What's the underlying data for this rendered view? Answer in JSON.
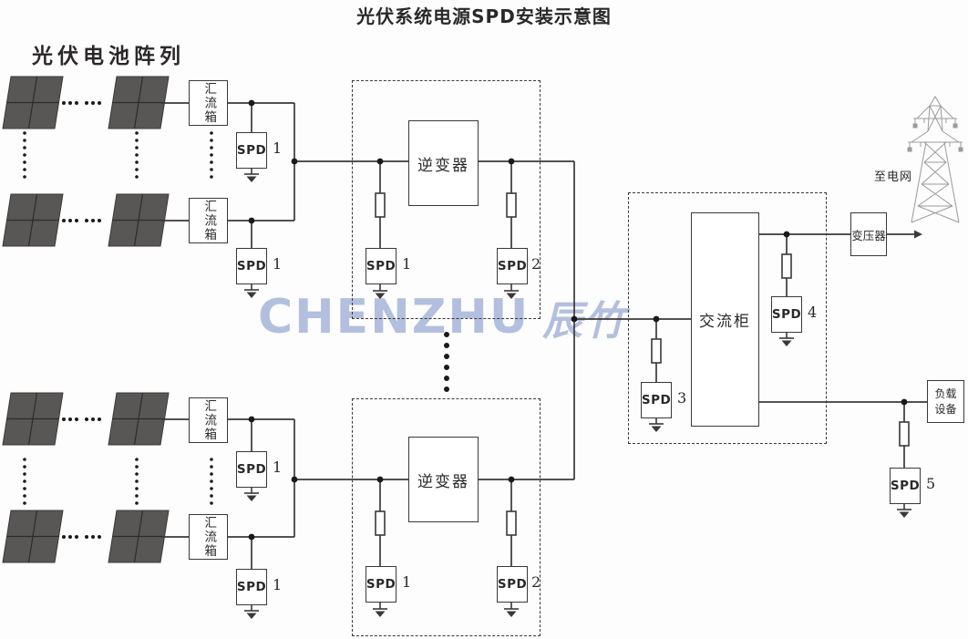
{
  "title": "光伏系统电源SPD安装示意图",
  "array_label": "光伏电池阵列",
  "watermark": {
    "latin": "CHENZHU",
    "cjk": "辰竹"
  },
  "labels": {
    "combiner": "汇流箱",
    "inverter": "逆变器",
    "ac_cabinet": "交流柜",
    "transformer": "变压器",
    "to_grid": "至电网",
    "load_device": "负载设备",
    "spd": "SPD"
  },
  "spd_units": [
    {
      "location": "combiner-a-output",
      "number": "1"
    },
    {
      "location": "combiner-b-output",
      "number": "1"
    },
    {
      "location": "inverter-1-dc-side",
      "number": "1"
    },
    {
      "location": "inverter-1-ac-side",
      "number": "2"
    },
    {
      "location": "combiner-c-output",
      "number": "1"
    },
    {
      "location": "combiner-d-output",
      "number": "1"
    },
    {
      "location": "inverter-2-dc-side",
      "number": "1"
    },
    {
      "location": "inverter-2-ac-side",
      "number": "2"
    },
    {
      "location": "ac-cabinet-input",
      "number": "3"
    },
    {
      "location": "ac-cabinet-output-to-transformer",
      "number": "4"
    },
    {
      "location": "load-branch",
      "number": "5"
    }
  ],
  "colors": {
    "line": "#3b3838",
    "panel_fill": "#595656",
    "watermark": "#b3bfde",
    "tower": "#9b9b9b"
  }
}
